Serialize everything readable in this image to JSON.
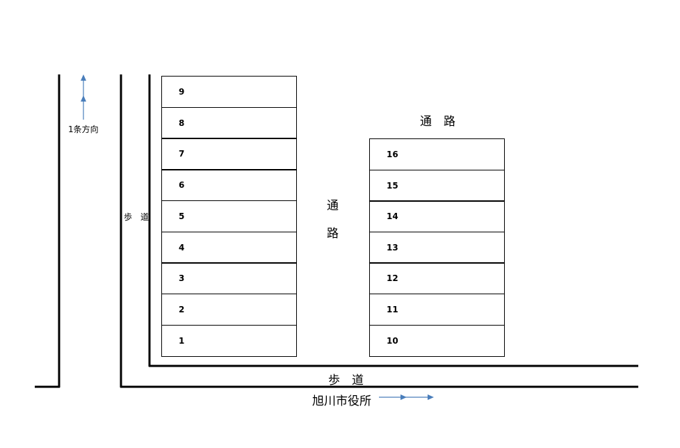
{
  "labels": {
    "direction": "1条方向",
    "sidewalk_left": "歩　道",
    "sidewalk_bottom": "歩　道",
    "passage_center_1": "通",
    "passage_center_2": "路",
    "passage_top": "通　路",
    "city_hall": "旭川市役所"
  },
  "left_column_spaces": [
    "9",
    "8",
    "7",
    "6",
    "5",
    "4",
    "3",
    "2",
    "1"
  ],
  "right_column_spaces": [
    "16",
    "15",
    "14",
    "13",
    "12",
    "11",
    "10"
  ],
  "colors": {
    "line": "#000000",
    "arrow": "#4a7ebb"
  }
}
